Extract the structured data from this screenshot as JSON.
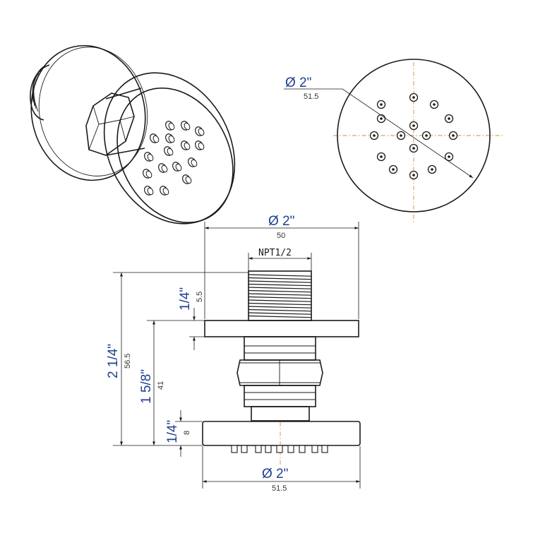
{
  "diagram": {
    "front_view": {
      "diameter_label": "Ø  2\"",
      "diameter_metric": "51.5"
    },
    "side_view": {
      "flange_diameter_label": "Ø  2\"",
      "flange_diameter_metric": "50",
      "thread_label": "NPT1/2",
      "thread_length_label": "1/4\"",
      "thread_length_metric": "5.5",
      "overall_height_label": "2 1/4\"",
      "overall_height_metric": "56.5",
      "body_height_label": "1 5/8\"",
      "body_height_metric": "41",
      "head_height_label": "1/4\"",
      "head_height_metric": "8",
      "head_diameter_label": "Ø  2\"",
      "head_diameter_metric": "51.5"
    }
  }
}
